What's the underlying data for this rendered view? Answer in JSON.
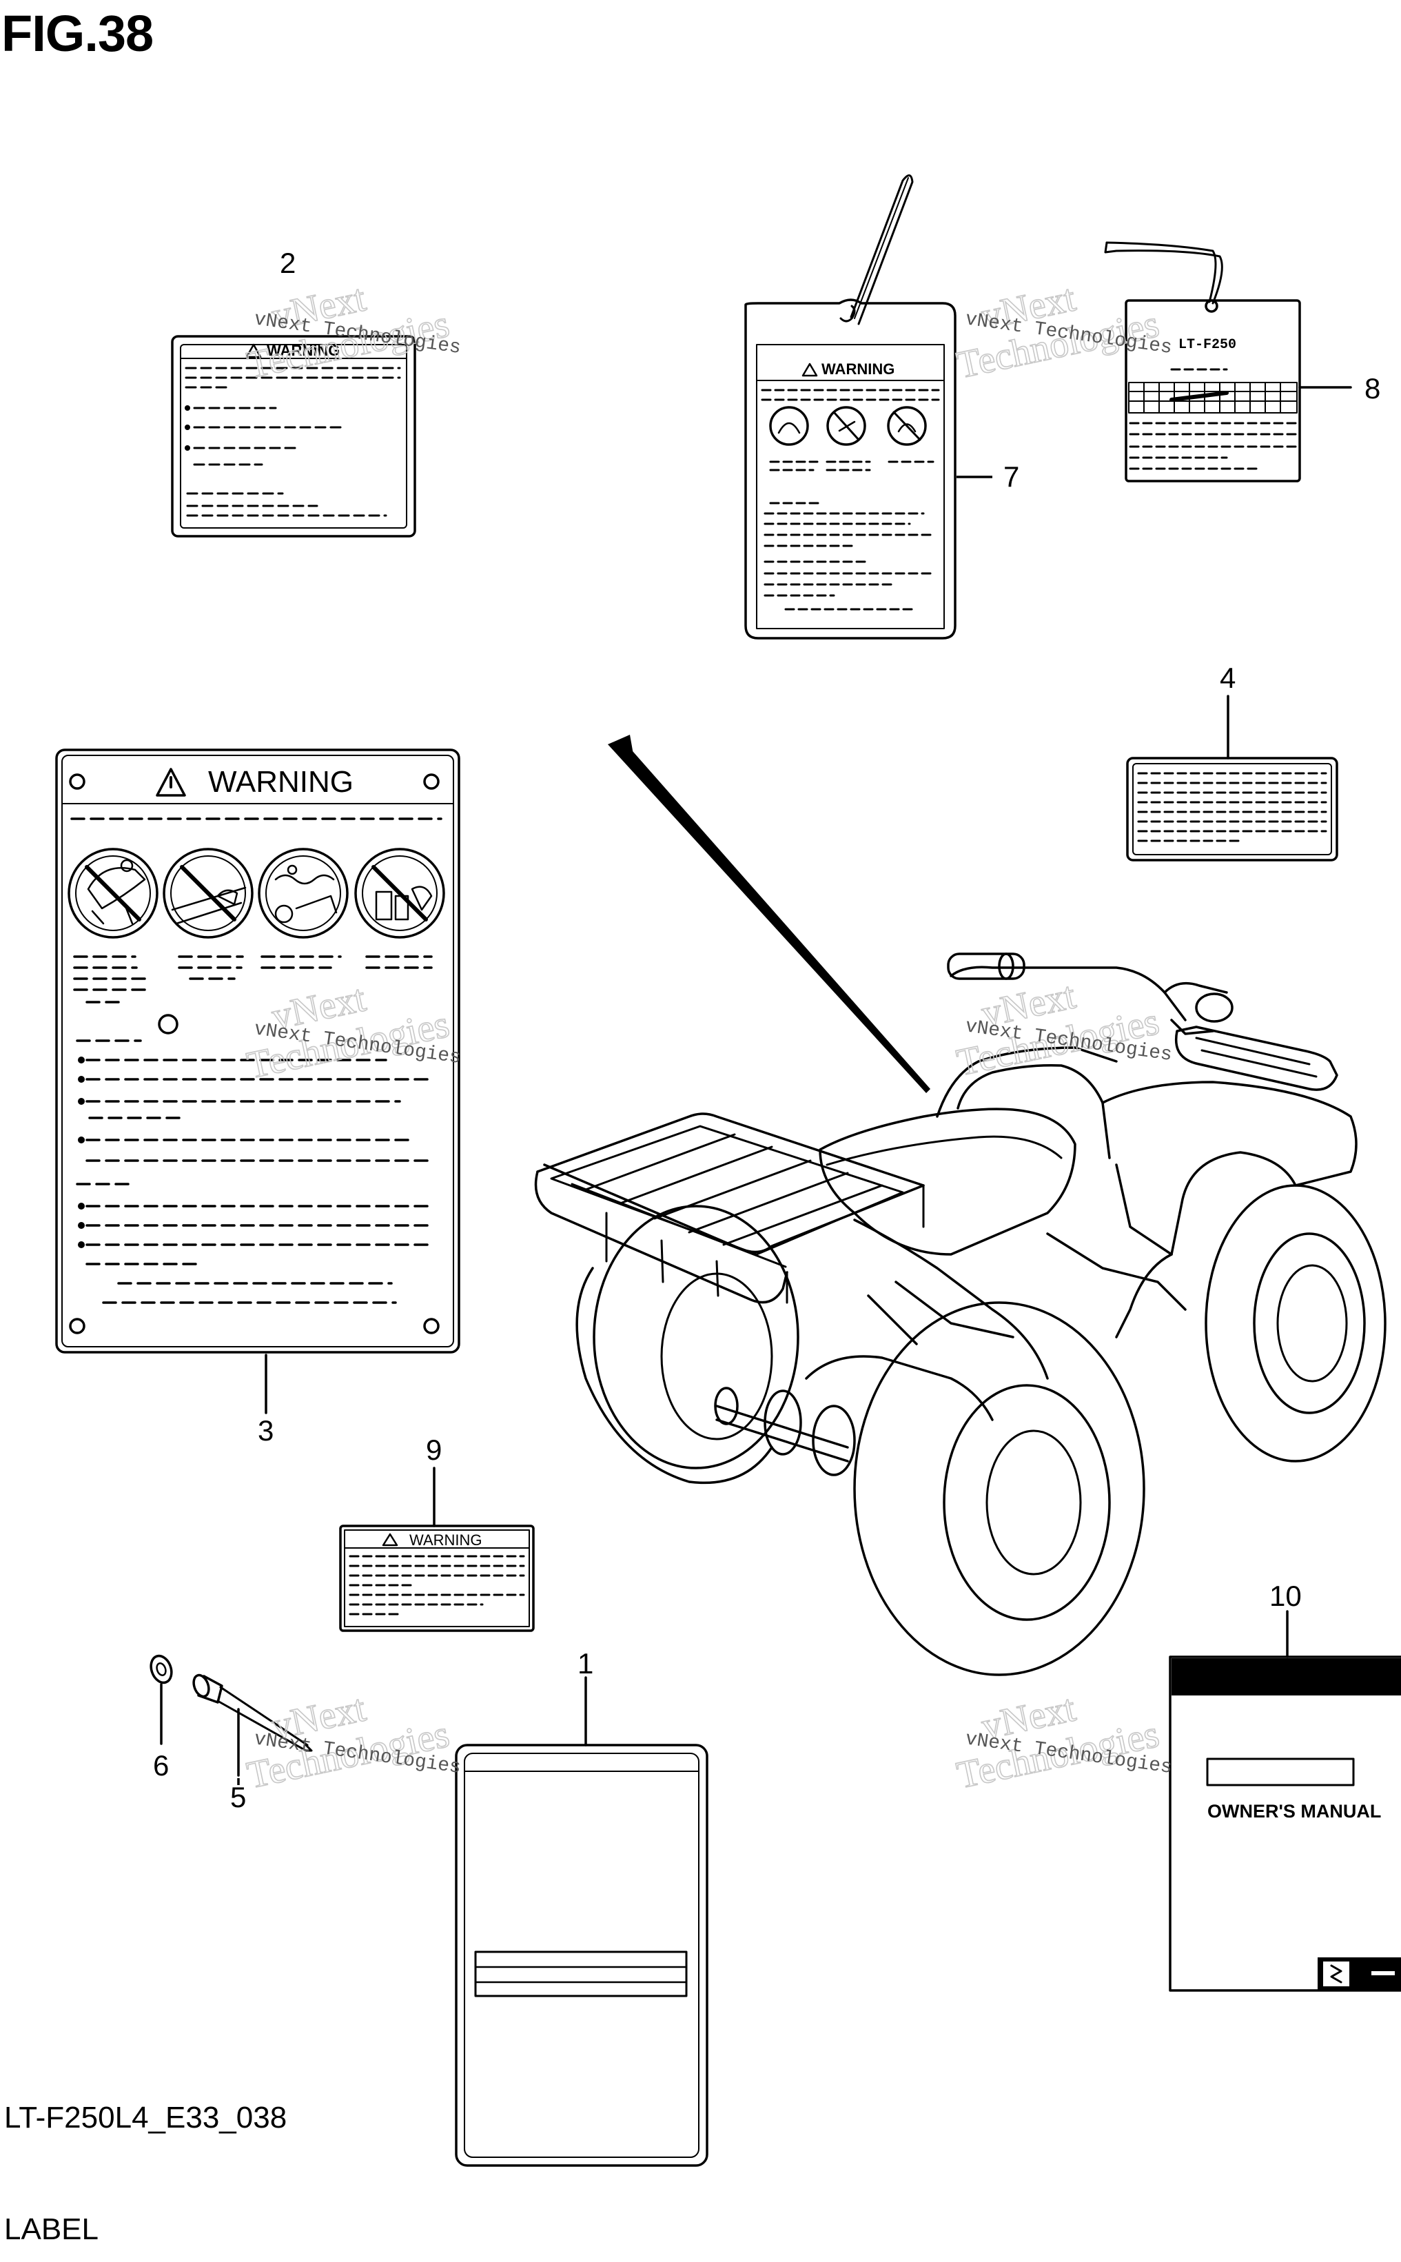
{
  "figure": {
    "title": "FIG.38",
    "code": "LT-F250L4_E33_038",
    "caption": "LABEL"
  },
  "callouts": [
    "1",
    "2",
    "3",
    "4",
    "5",
    "6",
    "7",
    "8",
    "9",
    "10"
  ],
  "labels": {
    "warning_text": "WARNING",
    "model_tag_text": "LT-F250",
    "manual_text": "OWNER'S MANUAL"
  },
  "watermark": {
    "line1": "vNext Technologies",
    "line2": "vNext",
    "line3": "Technologies"
  },
  "icons": [
    "warning-triangle-icon",
    "no-passenger-icon",
    "no-paved-road-icon",
    "no-water-crossing-icon",
    "no-alcohol-icon",
    "suzuki-logo-icon"
  ]
}
